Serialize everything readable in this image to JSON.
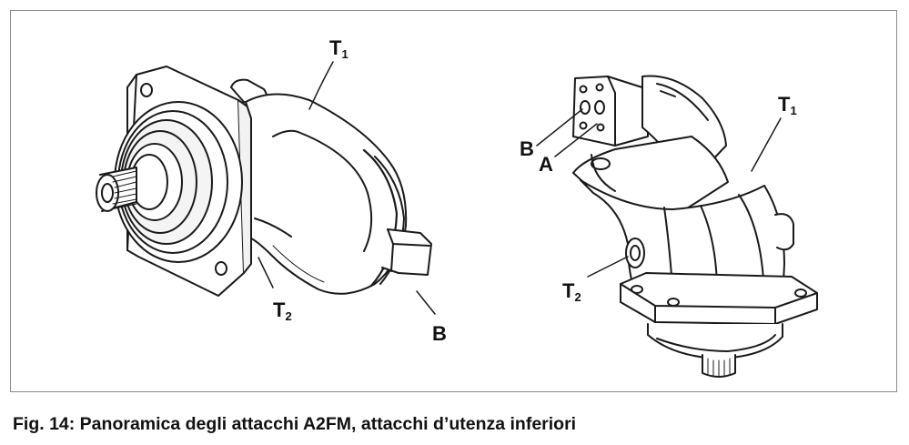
{
  "figure": {
    "caption": "Fig. 14: Panoramica degli attacchi A2FM, attacchi d’utenza inferiori",
    "left_view": {
      "labels": {
        "t1": {
          "main": "T",
          "sub": "1"
        },
        "t2": {
          "main": "T",
          "sub": "2"
        },
        "b": {
          "main": "B"
        }
      }
    },
    "right_view": {
      "labels": {
        "t1": {
          "main": "T",
          "sub": "1"
        },
        "t2": {
          "main": "T",
          "sub": "2"
        },
        "b": {
          "main": "B"
        },
        "a": {
          "main": "A"
        }
      }
    }
  }
}
